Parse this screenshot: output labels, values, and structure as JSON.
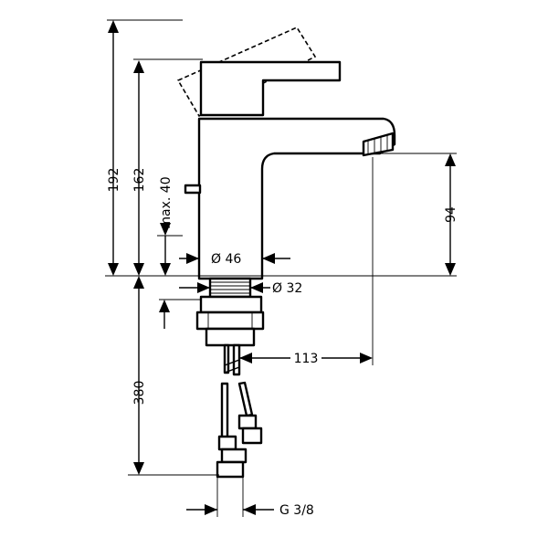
{
  "dimensions": {
    "overall_height": "192",
    "body_height": "162",
    "lever_travel": "max. 40",
    "outlet_height": "94",
    "body_diameter": "Ø 46",
    "shank_diameter": "Ø 32",
    "reach": "113",
    "hose_length": "380",
    "thread": "G 3/8"
  }
}
